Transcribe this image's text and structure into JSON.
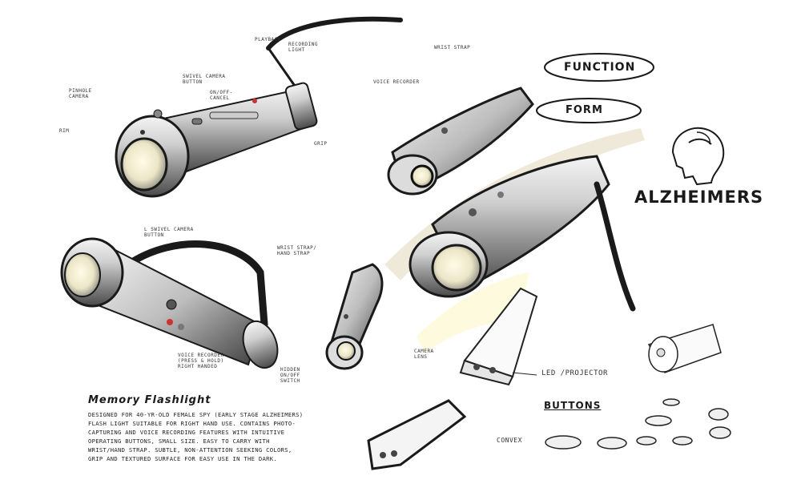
{
  "labels": {
    "pinhole_camera": "Pinhole\ncamera",
    "rim": "Rim",
    "swivel_camera_button": "Swivel camera\nbutton",
    "playback": "Playback",
    "recording_light": "Recording\nlight",
    "wrist_strap_top": "Wrist strap",
    "on_off_cancel": "On/off-\ncancel",
    "voice_recorder": "Voice recorder",
    "grip": "Grip",
    "swivel_camera_button_2": "L Swivel camera\nbutton",
    "wrist_strap_hand_strap": "Wrist strap/\nhand strap",
    "voice_recorder_2": "Voice recorder\n(press & hold)\nright handed",
    "hidden_on_off_switch": "Hidden\non/off\nswitch",
    "camera_lens": "Camera\nlens",
    "led_projector": "LED /Projector",
    "convex": "Convex"
  },
  "headings": {
    "function": "Function",
    "form": "Form",
    "alzheimers": "Alzheimers",
    "buttons": "Buttons"
  },
  "title": "Memory Flashlight",
  "description": "Designed for 40-yr-old female spy (early stage Alzheimers) flash light suitable for right hand use. Contains photo-capturing and voice recording features with intuitive operating buttons, small size. Easy to carry with wrist/hand strap. Subtle, non-attention seeking colors, grip and textured surface for easy use in the dark."
}
